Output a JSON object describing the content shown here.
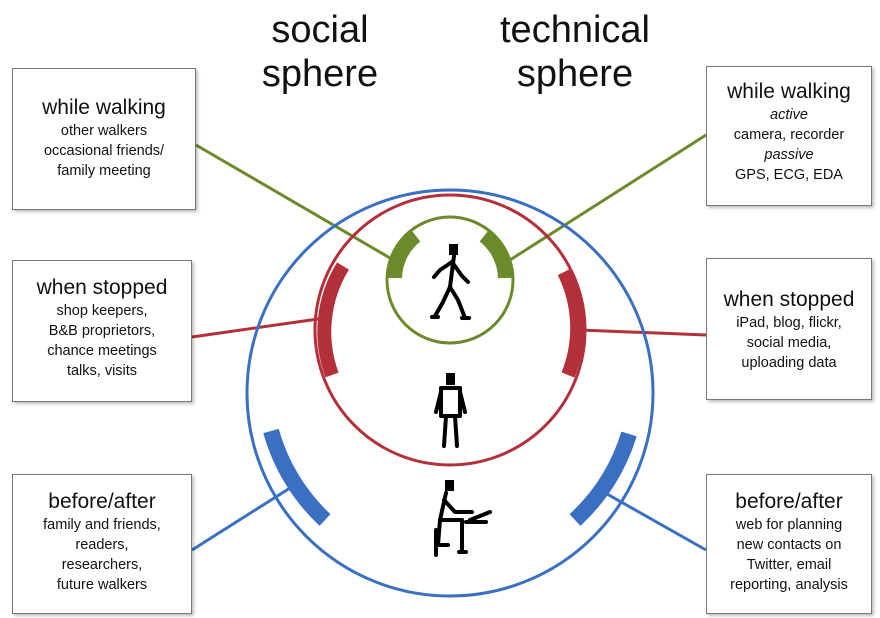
{
  "headers": {
    "social": [
      "social",
      "sphere"
    ],
    "technical": [
      "technical",
      "sphere"
    ]
  },
  "boxes": {
    "social_walking": {
      "title": "while walking",
      "lines": [
        "other walkers",
        "occasional friends/",
        "family meeting"
      ]
    },
    "technical_walking": {
      "title": "while walking",
      "lines": [
        "active",
        "camera, recorder",
        "passive",
        "GPS, ECG, EDA"
      ]
    },
    "social_stopped": {
      "title": "when stopped",
      "lines": [
        "shop keepers,",
        "B&B proprietors,",
        "chance meetings",
        "talks, visits"
      ]
    },
    "technical_stopped": {
      "title": "when stopped",
      "lines": [
        "iPad, blog, flickr,",
        "social media,",
        "uploading data"
      ]
    },
    "social_before": {
      "title": "before/after",
      "lines": [
        "family and friends,",
        "readers,",
        "researchers,",
        "future walkers"
      ]
    },
    "technical_before": {
      "title": "before/after",
      "lines": [
        "web for planning",
        "new contacts on",
        "Twitter, email",
        "reporting, analysis"
      ]
    }
  },
  "colors": {
    "walking": "#6b8a2c",
    "stopped": "#b3303a",
    "before_after": "#3a6fc2",
    "box_border": "#777777"
  },
  "icons": [
    "walking-figure-icon",
    "standing-figure-icon",
    "seated-laptop-figure-icon"
  ]
}
